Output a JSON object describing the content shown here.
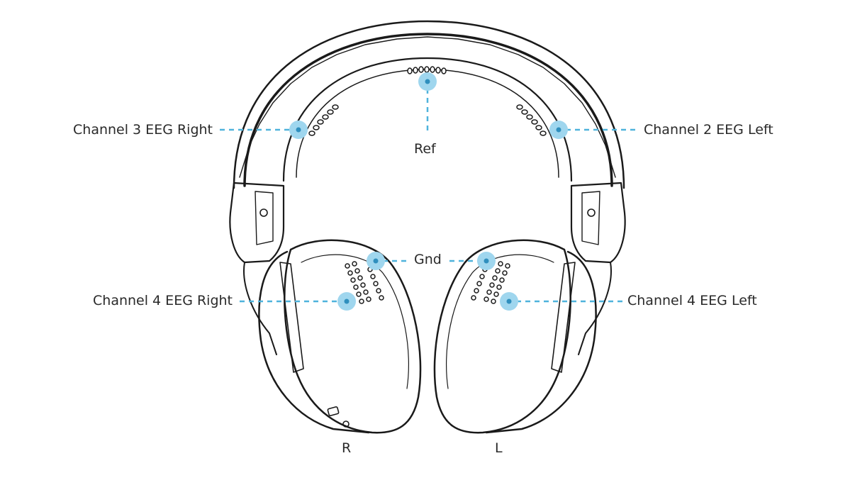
{
  "labels": {
    "ref": "Ref",
    "gnd": "Gnd",
    "ch3_right": "Channel 3 EEG Right",
    "ch2_left": "Channel 2 EEG Left",
    "ch4_right": "Channel 4 EEG Right",
    "ch4_left": "Channel 4 EEG Left",
    "side_r": "R",
    "side_l": "L"
  },
  "colors": {
    "line": "#1a1a1a",
    "accent": "#4fb3dc",
    "accent_fill": "#9fd6ee",
    "text": "#2a2a2a"
  }
}
